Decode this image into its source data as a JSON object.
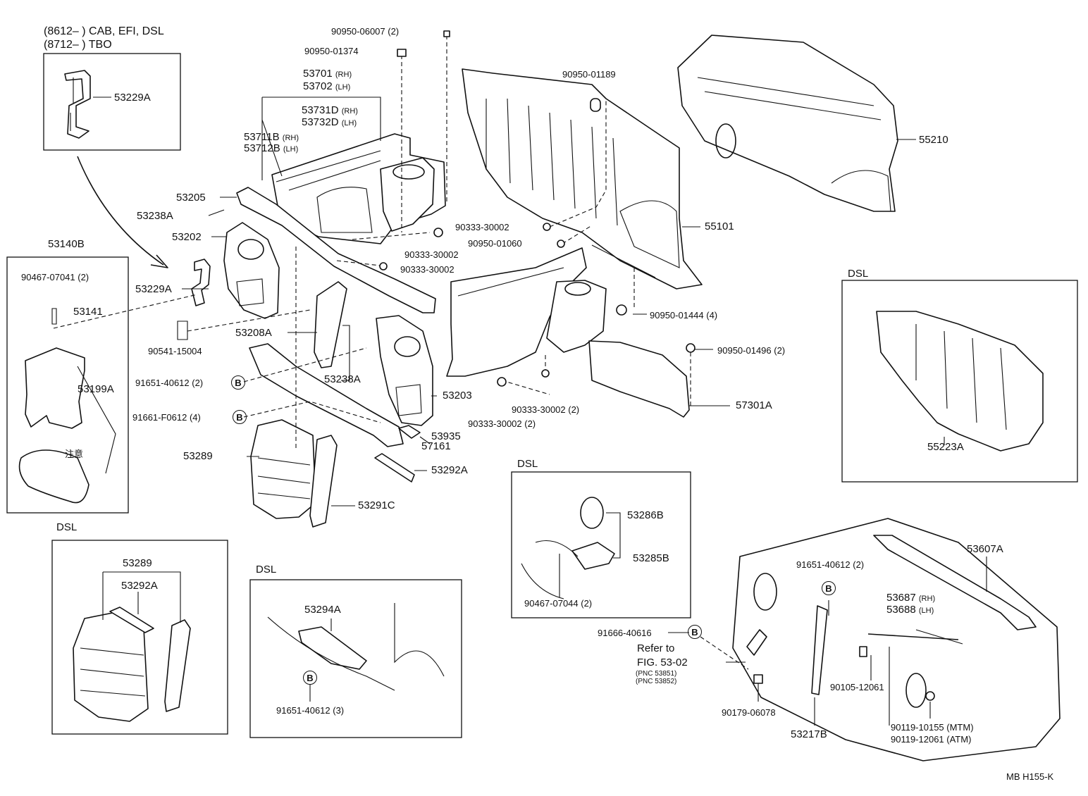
{
  "header": {
    "range_line1": "(8612–          ) CAB, EFI, DSL",
    "range_line2": "(8712–          ) TBO"
  },
  "parts": {
    "p53229A_box": "53229A",
    "p53229A": "53229A",
    "p90950_06007": "90950-06007 (2)",
    "p90950_01374": "90950-01374",
    "p53701": "53701",
    "p53702": "53702",
    "p53731D": "53731D",
    "p53732D": "53732D",
    "p53711B": "53711B",
    "p53712B": "53712B",
    "rh": "(RH)",
    "lh": "(LH)",
    "p53205": "53205",
    "p53238A_1": "53238A",
    "p53202": "53202",
    "p53140B": "53140B",
    "p90467_07041": "90467-07041 (2)",
    "p53141": "53141",
    "p53199A": "53199A",
    "p90541_15004": "90541-15004",
    "p53208A": "53208A",
    "p91651_40612_2": "91651-40612 (2)",
    "p91661_F0612": "91661-F0612 (4)",
    "p53289": "53289",
    "p53291C": "53291C",
    "p53292A": "53292A",
    "p57161": "57161",
    "p53935": "53935",
    "p53203": "53203",
    "p53238A_2": "53238A",
    "p90333_30002_a": "90333-30002",
    "p90333_30002_b": "90333-30002",
    "p90333_30002_c": "90333-30002",
    "p90333_30002_d": "90333-30002 (2)",
    "p90333_30002_e": "90333-30002 (2)",
    "p90950_01060": "90950-01060",
    "p90950_01189": "90950-01189",
    "p55101": "55101",
    "p55210": "55210",
    "p90950_01444": "90950-01444 (4)",
    "p90950_01496": "90950-01496 (2)",
    "p57301A": "57301A",
    "p55223A": "55223A",
    "p53286B": "53286B",
    "p53285B": "53285B",
    "p90467_07044": "90467-07044 (2)",
    "p53294A": "53294A",
    "p91651_40612_3": "91651-40612 (3)",
    "p53289_dsl": "53289",
    "p53292A_dsl": "53292A",
    "p53607A": "53607A",
    "p91651_40612_r": "91651-40612 (2)",
    "p53687": "53687",
    "p53688": "53688",
    "p91666_40616": "91666-40616",
    "refer_to": "Refer to",
    "fig_ref": "FIG. 53-02",
    "pnc1": "(PNC 53851)",
    "pnc2": "(PNC 53852)",
    "p90105_12061": "90105-12061",
    "p90179_06078": "90179-06078",
    "p53217B": "53217B",
    "p90119_10155": "90119-10155 (MTM)",
    "p90119_12061": "90119-12061 (ATM)"
  },
  "sections": {
    "dsl_1": "DSL",
    "dsl_2": "DSL",
    "dsl_3": "DSL",
    "dsl_4": "DSL"
  },
  "markers": {
    "b": "B"
  },
  "insulator_text": "注意",
  "footer": {
    "code": "MB  H155-K"
  }
}
